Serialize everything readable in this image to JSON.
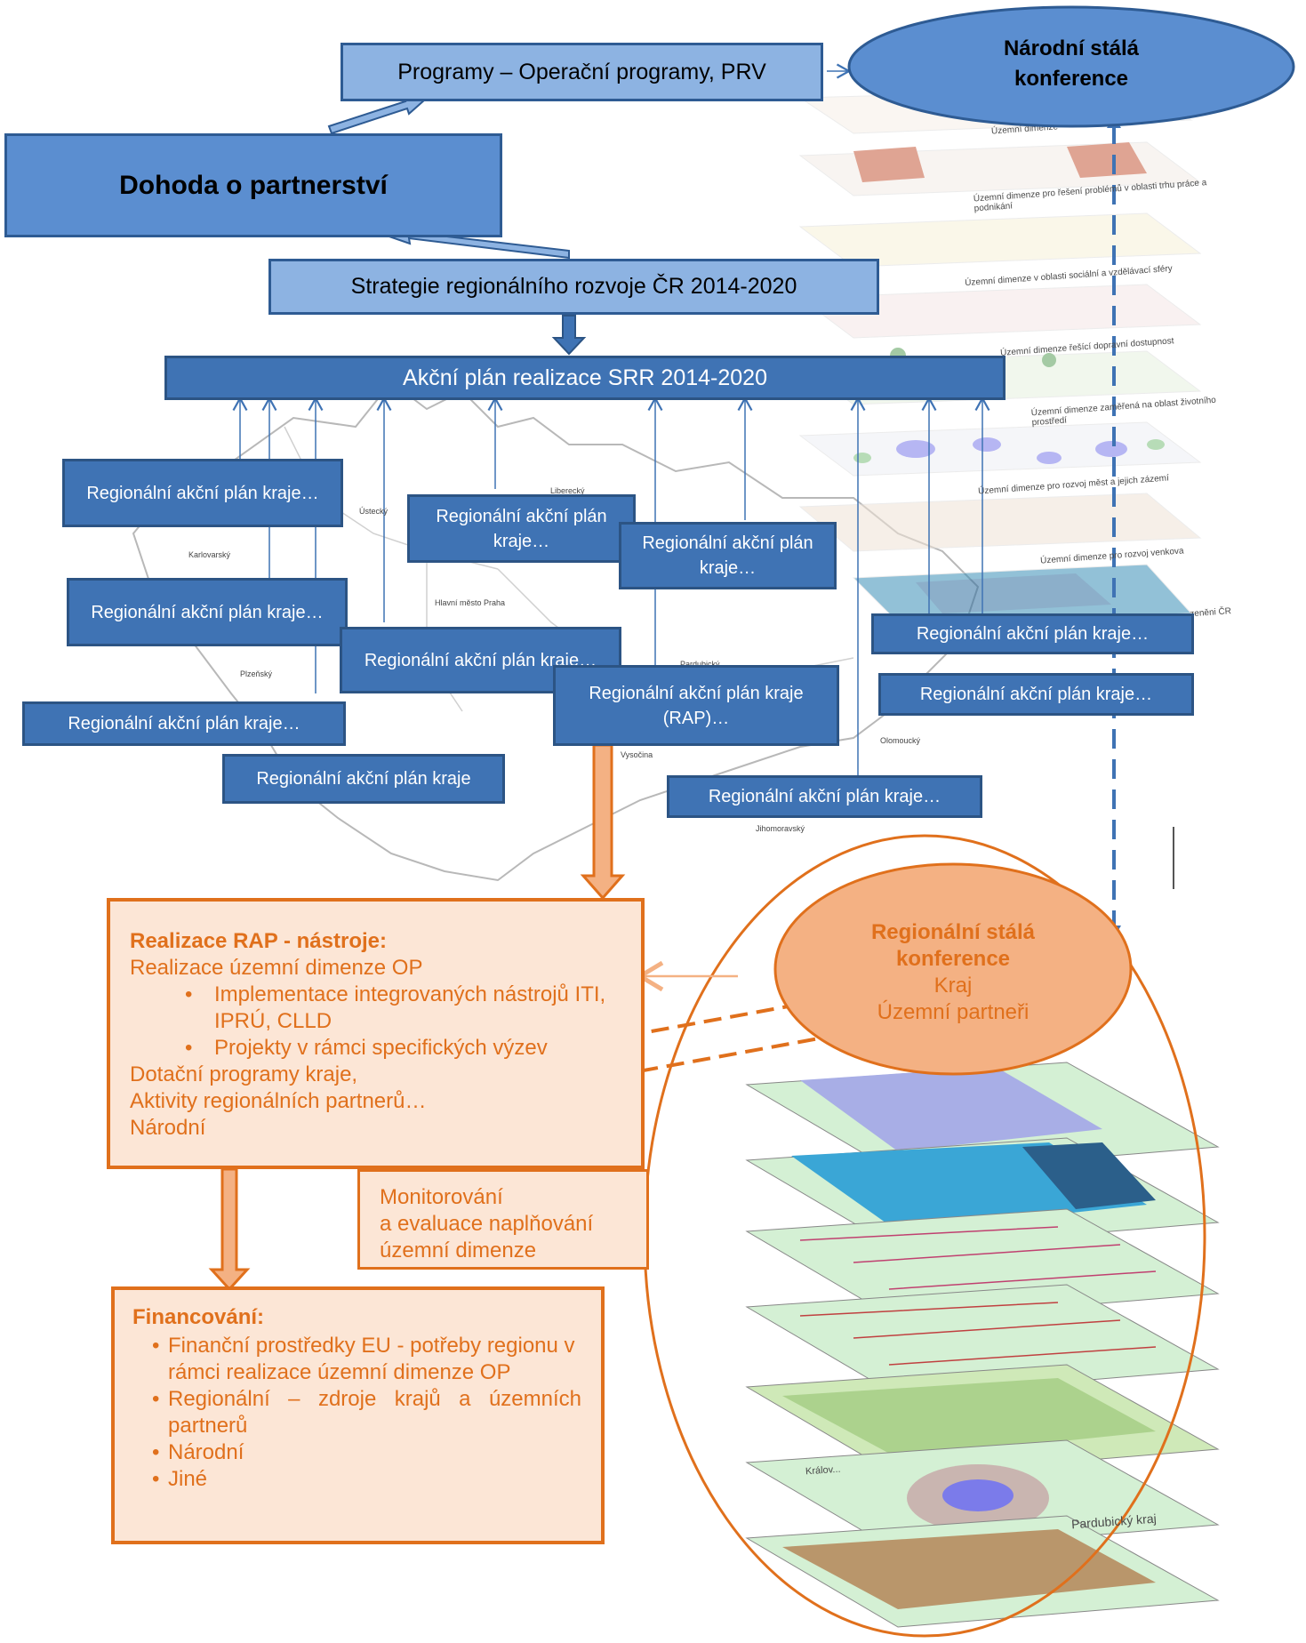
{
  "top": {
    "programy": "Programy – Operační programy, PRV",
    "narodni_stala_konference": [
      "Národní stálá",
      "konference"
    ],
    "dohoda": "Dohoda o partnerství",
    "strategie": "Strategie regionálního rozvoje ČR 2014-2020",
    "akcni_plan": "Akční plán realizace SRR 2014-2020"
  },
  "rap_boxes": [
    "Regionální akční plán kraje…",
    "Regionální akční plán kraje…",
    "Regionální akční plán kraje…",
    "Regionální akční plán kraje…",
    "Regionální akční plán kraje…",
    "Regionální akční plán kraje (RAP)…",
    "Regionální akční plán kraje…",
    "Regionální akční plán kraje…",
    "Regionální akční plán kraje…",
    "Regionální akční plán kraje",
    "Regionální akční plán kraje…"
  ],
  "map_labels": {
    "karlovarsky": "Karlovarský",
    "ustecky": "Ústecký",
    "liberecky": "Liberecký",
    "praha": "Hlavní město Praha",
    "plzensky": "Plzeňský",
    "pardubicky": "Pardubický",
    "vysocina": "Vysočina",
    "olomoucky": "Olomoucký",
    "jihomoravsky": "Jihomoravský"
  },
  "layer_labels_top": [
    "Územní dimenze",
    "Územní dimenze pro řešení problémů v oblasti trhu práce a podnikání",
    "Územní dimenze v oblasti sociální a vzdělávací sféry",
    "Územní dimenze řešící dopravní dostupnost",
    "Územní dimenze zaměřená na oblast životního prostředí",
    "Územní dimenze pro rozvoj měst a jejich zázemí",
    "Územní dimenze pro rozvoj venkova",
    "...zeněni ČR"
  ],
  "realizace": {
    "head": "Realizace RAP - nástroje:",
    "line1": "Realizace územní dimenze OP",
    "bullets": [
      "Implementace integrovaných nástrojů ITI, IPRÚ, CLLD",
      "Projekty v rámci specifických výzev"
    ],
    "line2": "Dotační programy kraje,",
    "line3": "Aktivity regionálních partnerů…",
    "line4": "Národní"
  },
  "monitorovani": [
    "Monitorování",
    "a evaluace naplňování",
    "územní dimenze"
  ],
  "regionalni_konference": {
    "title": [
      "Regionální stálá",
      "konference"
    ],
    "members": [
      "Kraj",
      "Územní partneři"
    ]
  },
  "financovani": {
    "head": "Financování:",
    "items": [
      "Finanční prostředky EU - potřeby regionu v rámci realizace územní dimenze OP",
      "Regionální – zdroje krajů a územních partnerů",
      "Národní",
      "Jiné"
    ]
  },
  "lower_map_labels": {
    "pardubicky": "Pardubický kraj",
    "kralovehradecky": "Králov..."
  },
  "colors": {
    "blue_light": "#8db3e2",
    "blue_dark": "#3f73b4",
    "oval_blue": "#5b8ed0",
    "orange": "#e0701c",
    "orange_fill": "#fce6d6",
    "orange_oval": "#f4b183"
  }
}
